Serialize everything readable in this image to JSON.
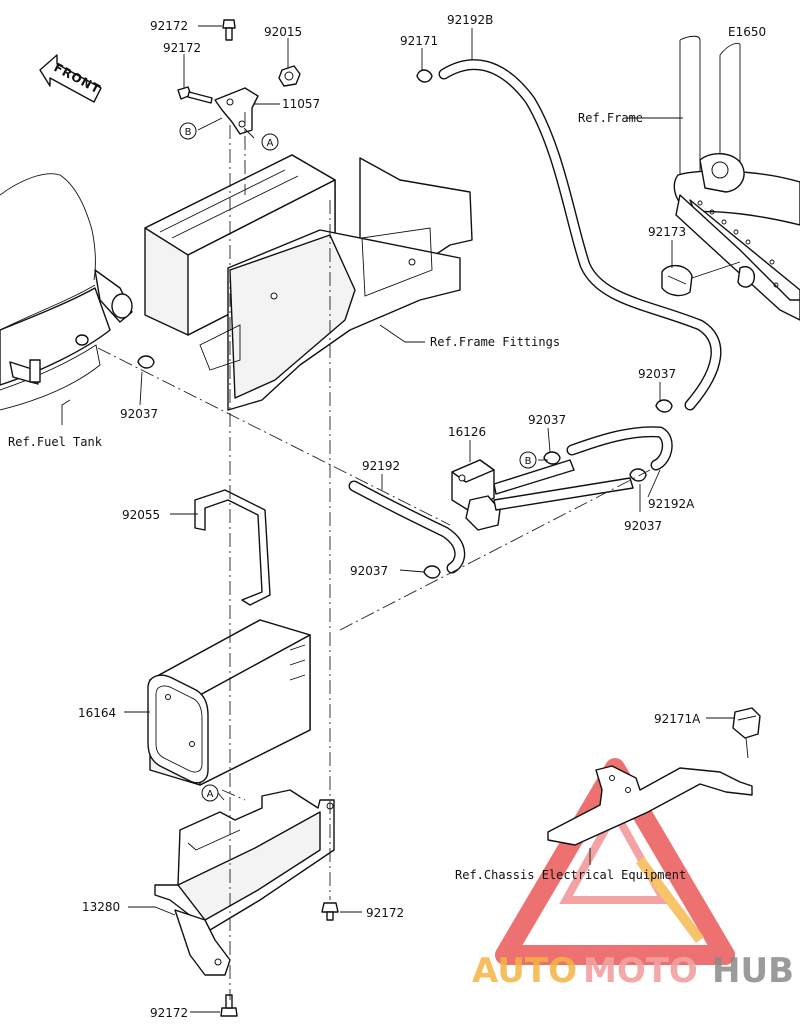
{
  "diagram_code": "E1650",
  "front_label": "FRONT",
  "refs": {
    "frame": "Ref.Frame",
    "frame_fittings": "Ref.Frame Fittings",
    "fuel_tank": "Ref.Fuel Tank",
    "chassis_electrical": "Ref.Chassis Electrical Equipment"
  },
  "markers": {
    "a": "A",
    "b": "B"
  },
  "part_numbers": {
    "p92172_top": "92172",
    "p92172_b": "92172",
    "p92015": "92015",
    "p11057": "11057",
    "p92171": "92171",
    "p92192b": "92192B",
    "p92173": "92173",
    "p92037_left": "92037",
    "p92037_right_top": "92037",
    "p92037_mid": "92037",
    "p92037_right_low": "92037",
    "p92037_low": "92037",
    "p16126": "16126",
    "p92192": "92192",
    "p92192a": "92192A",
    "p92055": "92055",
    "p16164": "16164",
    "p92171a": "92171A",
    "p13280": "13280",
    "p92172_lower": "92172",
    "p92172_bottom": "92172"
  },
  "watermark": {
    "auto": "AUTO",
    "moto": "MOTO",
    "hub": "HUB",
    "colors": {
      "red": "#e84a4a",
      "orange": "#f5b342",
      "gray": "#8a8a8a"
    }
  }
}
